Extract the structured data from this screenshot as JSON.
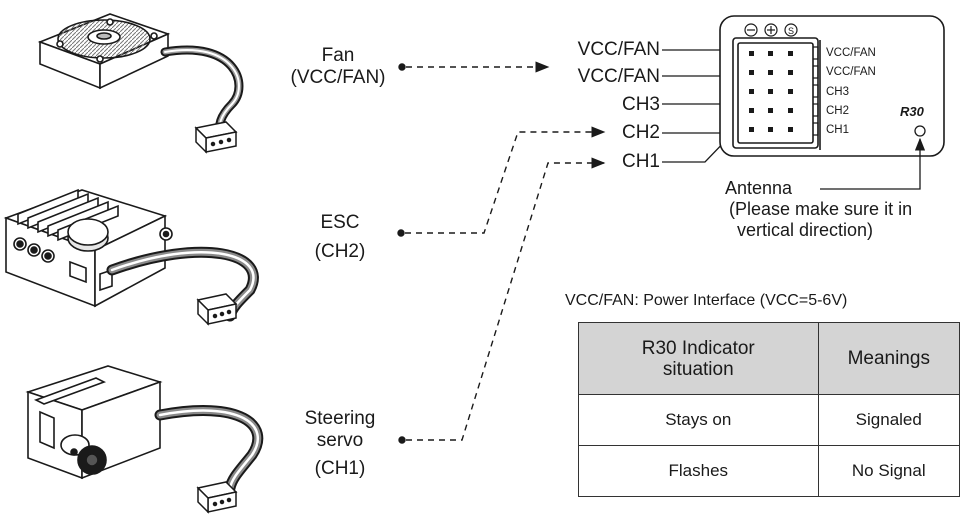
{
  "devices": {
    "fan": {
      "line1": "Fan",
      "line2": "(VCC/FAN)"
    },
    "esc": {
      "line1": "ESC",
      "line2": "(CH2)"
    },
    "servo": {
      "line1": "Steering",
      "line2": "servo",
      "line3": "(CH1)"
    }
  },
  "channel_labels": [
    "VCC/FAN",
    "VCC/FAN",
    "CH3",
    "CH2",
    "CH1"
  ],
  "receiver": {
    "model": "R30",
    "polarity_symbols": [
      "⊖",
      "⊕",
      "S"
    ],
    "pin_labels": [
      "VCC/FAN",
      "VCC/FAN",
      "CH3",
      "CH2",
      "CH1"
    ]
  },
  "antenna": {
    "line1": "Antenna",
    "line2": "(Please make sure it in",
    "line3": "vertical direction)"
  },
  "note": "VCC/FAN: Power Interface (VCC=5-6V)",
  "table": {
    "headers": [
      "R30 Indicator situation",
      "Meanings"
    ],
    "rows": [
      [
        "Stays on",
        "Signaled"
      ],
      [
        "Flashes",
        "No Signal"
      ]
    ]
  },
  "colors": {
    "line": "#1a1a1a",
    "header_fill": "#d4d4d4"
  }
}
